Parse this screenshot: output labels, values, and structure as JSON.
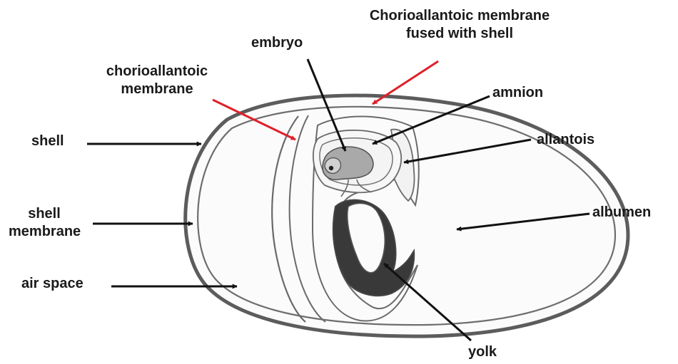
{
  "labels": {
    "chorio_fused": [
      "Chorioallantoic membrane",
      "fused with shell"
    ],
    "embryo": "embryo",
    "chorio": [
      "chorioallantoic",
      "membrane"
    ],
    "amnion": "amnion",
    "shell": "shell",
    "allantois": "allantois",
    "shell_membrane": [
      "shell",
      "membrane"
    ],
    "albumen": "albumen",
    "air_space": "air space",
    "yolk": "yolk"
  },
  "colors": {
    "label_arrow": "#111111",
    "membrane_arrow": "#e0202a",
    "outline": "#6a6a6a",
    "yolk": "#383838",
    "embryo": "#a6a6a6",
    "fill": "#fbfbfb"
  }
}
